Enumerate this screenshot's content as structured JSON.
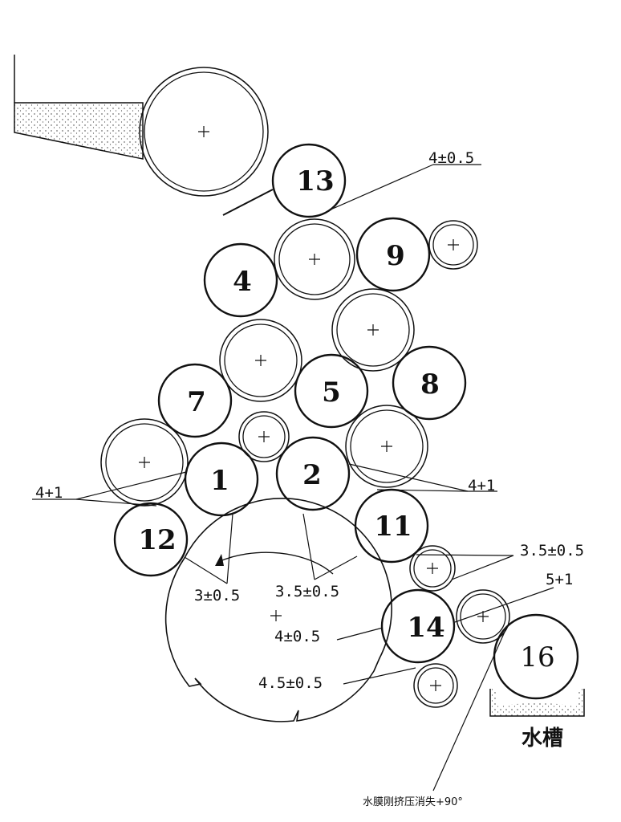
{
  "diagram": {
    "rollers": [
      {
        "id": "1",
        "label": "1"
      },
      {
        "id": "2",
        "label": "2"
      },
      {
        "id": "4",
        "label": "4"
      },
      {
        "id": "5",
        "label": "5"
      },
      {
        "id": "7",
        "label": "7"
      },
      {
        "id": "8",
        "label": "8"
      },
      {
        "id": "9",
        "label": "9"
      },
      {
        "id": "11",
        "label": "11"
      },
      {
        "id": "12",
        "label": "12"
      },
      {
        "id": "13",
        "label": "13"
      },
      {
        "id": "14",
        "label": "14"
      },
      {
        "id": "16",
        "label": "16"
      }
    ],
    "dimensions": {
      "top_gap": "4±0.5",
      "left_gap": "4+1",
      "right_gap": "4+1",
      "gap_3": "3±0.5",
      "gap_35_center": "3.5±0.5",
      "gap_35_right": "3.5±0.5",
      "gap_5": "5+1",
      "gap_4_center": "4±0.5",
      "gap_45": "4.5±0.5"
    },
    "labels": {
      "water_tank": "水槽",
      "bottom_note": "水膜刚挤压消失+90°"
    }
  }
}
